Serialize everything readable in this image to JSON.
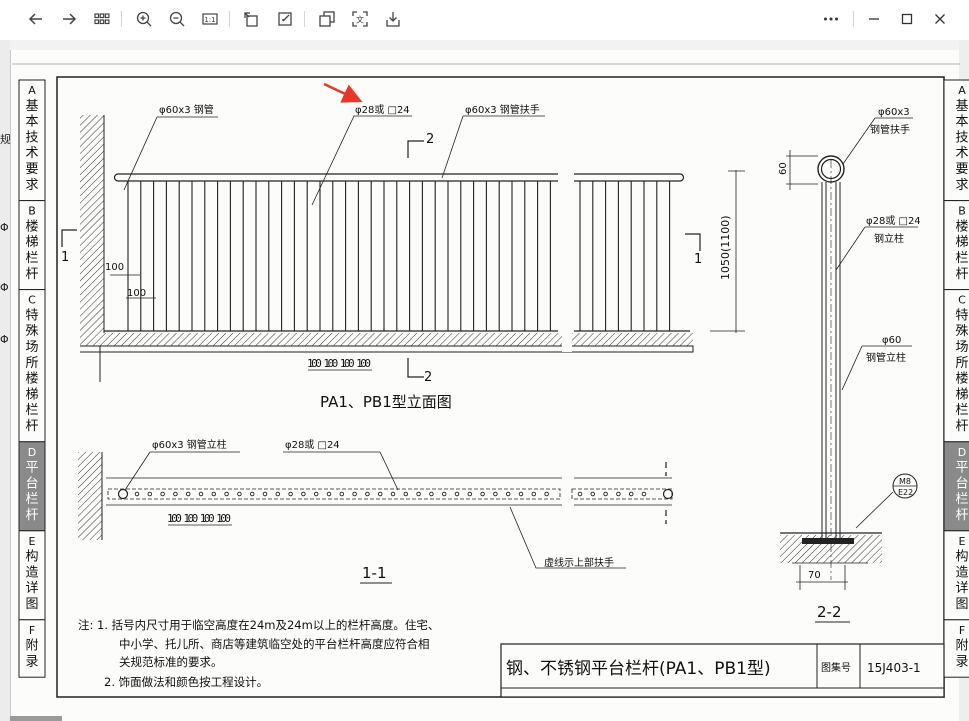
{
  "toolbar": {
    "back": "back-arrow",
    "forward": "forward-arrow",
    "thumbnails": "thumbnail-grid",
    "zoom_in": "zoom-in",
    "zoom_out": "zoom-out",
    "actual_size_label": "1:1",
    "rotate": "rotate",
    "edit": "edit",
    "copy": "copy",
    "ocr_label": "文",
    "save": "download",
    "more": "more",
    "minimize": "minimize",
    "maximize": "maximize",
    "close": "close"
  },
  "side_tabs_left": [
    {
      "letter": "A",
      "chars": [
        "基",
        "本",
        "技",
        "术",
        "要",
        "求"
      ],
      "active": false
    },
    {
      "letter": "B",
      "chars": [
        "楼",
        "梯",
        "栏",
        "杆"
      ],
      "active": false
    },
    {
      "letter": "C",
      "chars": [
        "特",
        "殊",
        "场",
        "所",
        "楼",
        "梯",
        "栏",
        "杆"
      ],
      "active": false
    },
    {
      "letter": "D",
      "chars": [
        "平",
        "台",
        "栏",
        "杆"
      ],
      "active": true
    },
    {
      "letter": "E",
      "chars": [
        "构",
        "造",
        "详",
        "图"
      ],
      "active": false
    },
    {
      "letter": "F",
      "chars": [
        "附",
        "录"
      ],
      "active": false
    }
  ],
  "side_tabs_right": [
    {
      "letter": "A",
      "chars": [
        "基",
        "本",
        "技",
        "术",
        "要",
        "求"
      ],
      "active": false
    },
    {
      "letter": "B",
      "chars": [
        "楼",
        "梯",
        "栏",
        "杆"
      ],
      "active": false
    },
    {
      "letter": "C",
      "chars": [
        "特",
        "殊",
        "场",
        "所",
        "楼",
        "梯",
        "栏",
        "杆"
      ],
      "active": false
    },
    {
      "letter": "D",
      "chars": [
        "平",
        "台",
        "栏",
        "杆"
      ],
      "active": true
    },
    {
      "letter": "E",
      "chars": [
        "构",
        "造",
        "详",
        "图"
      ],
      "active": false
    },
    {
      "letter": "F",
      "chars": [
        "附",
        "录"
      ],
      "active": false
    }
  ],
  "left_peek": [
    "规",
    "Φ",
    "Φ",
    "Φ"
  ],
  "drawing": {
    "callout_steel_pipe": "φ60x3 钢管",
    "callout_bar": "φ28或 □24",
    "callout_handrail": "φ60x3 钢管扶手",
    "section_2_top": "2",
    "section_2_bottom": "2",
    "section_1_left": "1",
    "section_1_right": "1",
    "dim_100_a": "100",
    "dim_100_b": "100",
    "dim_height": "1050(1100)",
    "dim_spacing": "100 100 100 100",
    "elevation_title": "PA1、PB1型立面图",
    "plan_callout_post": "φ60x3  钢管立柱",
    "plan_callout_bar": "φ28或 □24",
    "plan_dim_spacing": "100 100 100 100",
    "plan_dashed_note": "虚线示上部扶手",
    "plan_title": "1-1",
    "sec_callout_handrail_1": "φ60x3",
    "sec_callout_handrail_2": "钢管扶手",
    "sec_dim_60": "60",
    "sec_callout_bar_1": "φ28或 □24",
    "sec_callout_bar_2": "钢立柱",
    "sec_callout_post_1": "φ60",
    "sec_callout_post_2": "钢管立柱",
    "sec_ref_top": "M8",
    "sec_ref_bottom": "E22",
    "sec_dim_70": "70",
    "sec_title": "2-2",
    "note_1": "注: 1. 括号内尺寸用于临空高度在24m及24m以上的栏杆高度。住宅、",
    "note_2": "中小学、托儿所、商店等建筑临空处的平台栏杆高度应符合相",
    "note_3": "关规范标准的要求。",
    "note_4": "2. 饰面做法和颜色按工程设计。",
    "title_block_title": "钢、不锈钢平台栏杆(PA1、PB1型)",
    "title_block_label": "图集号",
    "title_block_code": "15J403-1"
  },
  "colors": {
    "annotation_arrow": "#e8362b",
    "active_tab": "#8a8a8a"
  }
}
